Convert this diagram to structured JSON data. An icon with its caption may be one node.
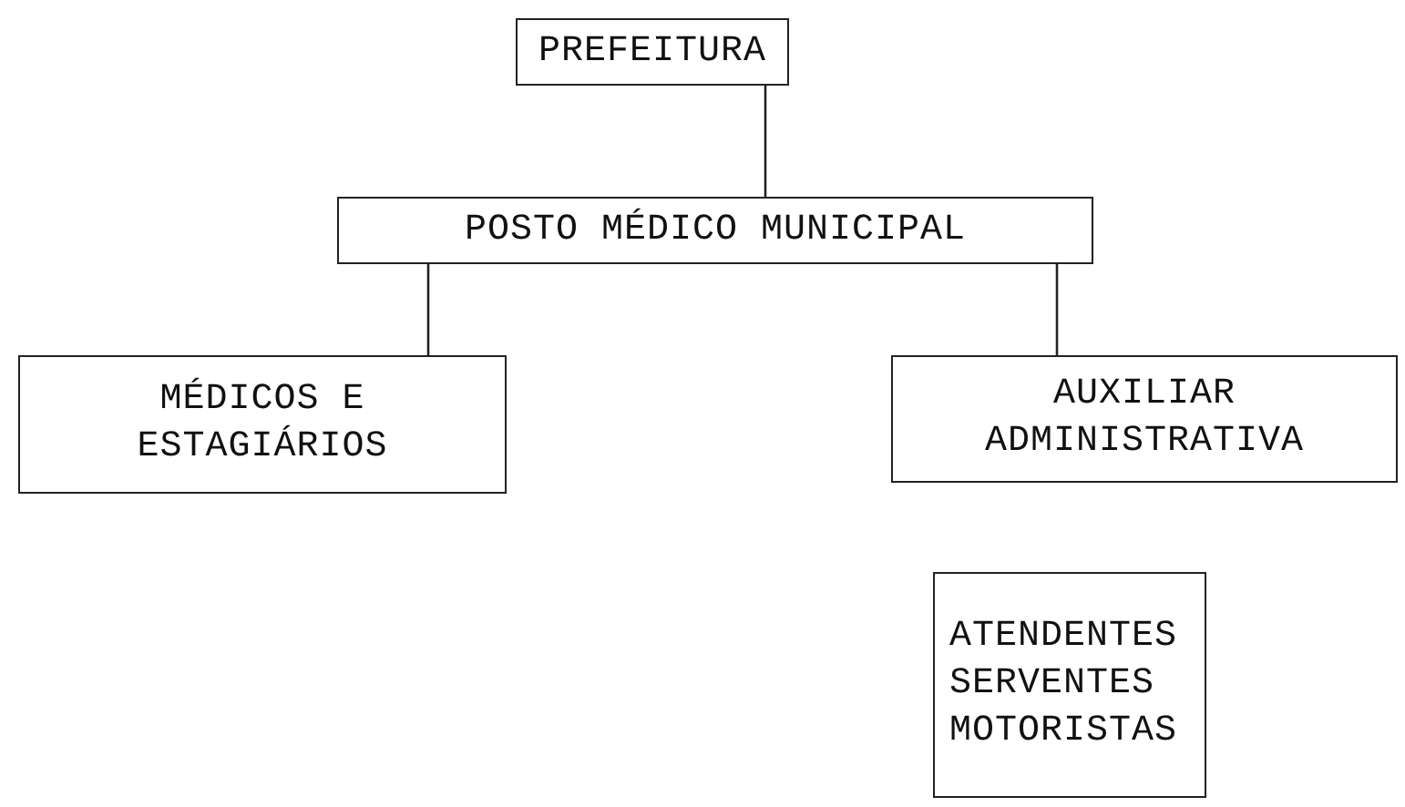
{
  "diagram": {
    "nodes": [
      {
        "text": [
          "PREFEITURA"
        ]
      },
      {
        "text": [
          "POSTO MÉDICO MUNICIPAL"
        ]
      },
      {
        "text": [
          "MÉDICOS E ESTAGIÁRIOS"
        ]
      },
      {
        "text": [
          "AUXILIAR ADMINISTRATIVA"
        ]
      },
      {
        "text": [
          "ATENDENTES",
          "SERVENTES",
          "MOTORISTAS"
        ]
      }
    ],
    "edges": [
      {
        "from": 0,
        "to": 1,
        "arrow": "none"
      },
      {
        "from": 1,
        "to": 2,
        "arrow": "none"
      },
      {
        "from": 1,
        "to": 3,
        "arrow": "none"
      }
    ]
  }
}
